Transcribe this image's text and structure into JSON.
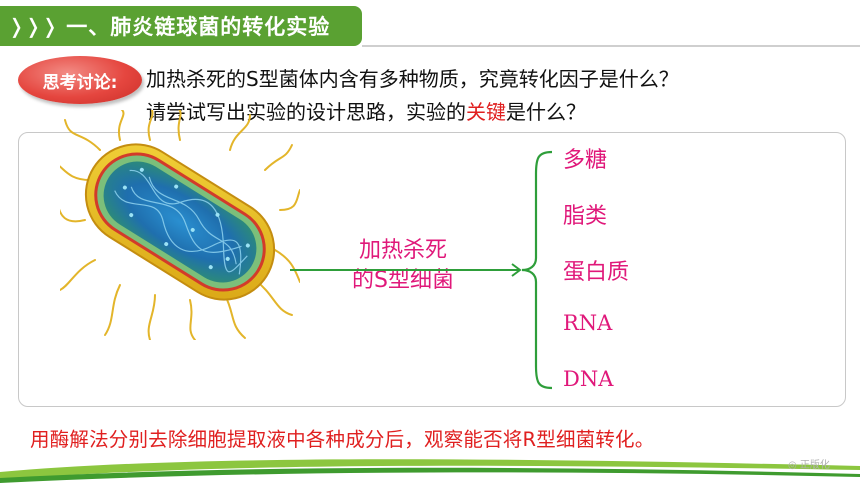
{
  "title": {
    "chevrons": "❭❭❭",
    "text": "一、肺炎链球菌的转化实验"
  },
  "discussion": {
    "badge": "思考讨论:",
    "question1": "加热杀死的S型菌体内含有多种物质，究竟转化因子是什么？",
    "question2_before": "请尝试写出实验的设计思路，实验的",
    "question2_highlight": "关键",
    "question2_after": "是什么？"
  },
  "diagram": {
    "source_line1": "加热杀死",
    "source_line2": "的S型细菌",
    "components": [
      "多糖",
      "脂类",
      "蛋白质",
      "RNA",
      "DNA"
    ]
  },
  "conclusion": "用酶解法分别去除细胞提取液中各种成分后，观察能否将R型细菌转化。",
  "watermark": "◎ 正版化",
  "colors": {
    "title_bar": "#5aa132",
    "accent_text": "#e0187a",
    "highlight": "#e02020",
    "arrow": "#2e9e3a"
  }
}
